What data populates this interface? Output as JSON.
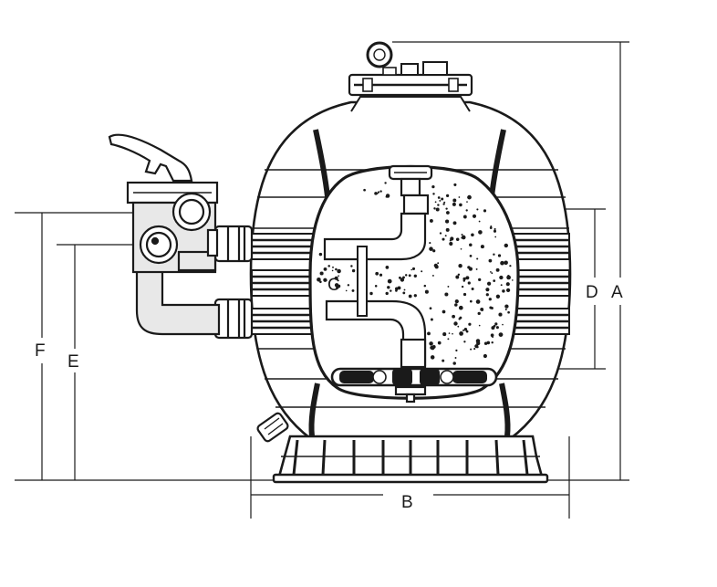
{
  "diagram": {
    "dimension_labels": {
      "a": "A",
      "b": "B",
      "c": "C",
      "d": "D",
      "e": "E",
      "f": "F"
    },
    "colors": {
      "line": "#1a1a1a",
      "background": "#ffffff",
      "valve_body": "#e8e8e8"
    }
  }
}
